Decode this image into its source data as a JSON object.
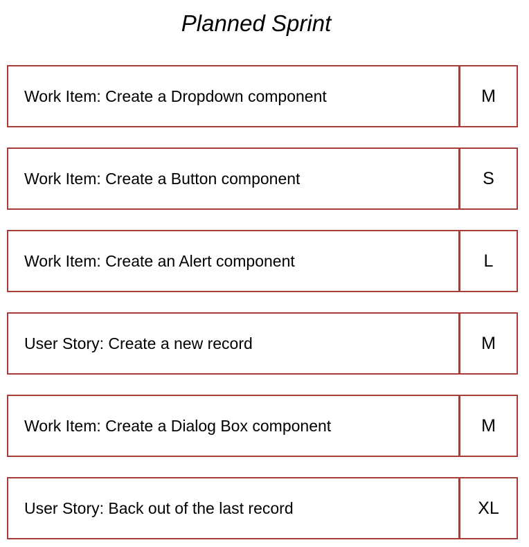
{
  "board": {
    "title": "Planned Sprint",
    "accent_color": "#a83c38",
    "background_color": "#ffffff",
    "text_color": "#000000",
    "cards": [
      {
        "title": "Work Item: Create a Dropdown component",
        "size": "M"
      },
      {
        "title": "Work Item: Create a Button component",
        "size": "S"
      },
      {
        "title": "Work Item: Create an Alert component",
        "size": "L"
      },
      {
        "title": "User Story: Create a new record",
        "size": "M"
      },
      {
        "title": "Work Item: Create a Dialog Box component",
        "size": "M"
      },
      {
        "title": "User Story: Back out of the last record",
        "size": "XL"
      }
    ]
  }
}
